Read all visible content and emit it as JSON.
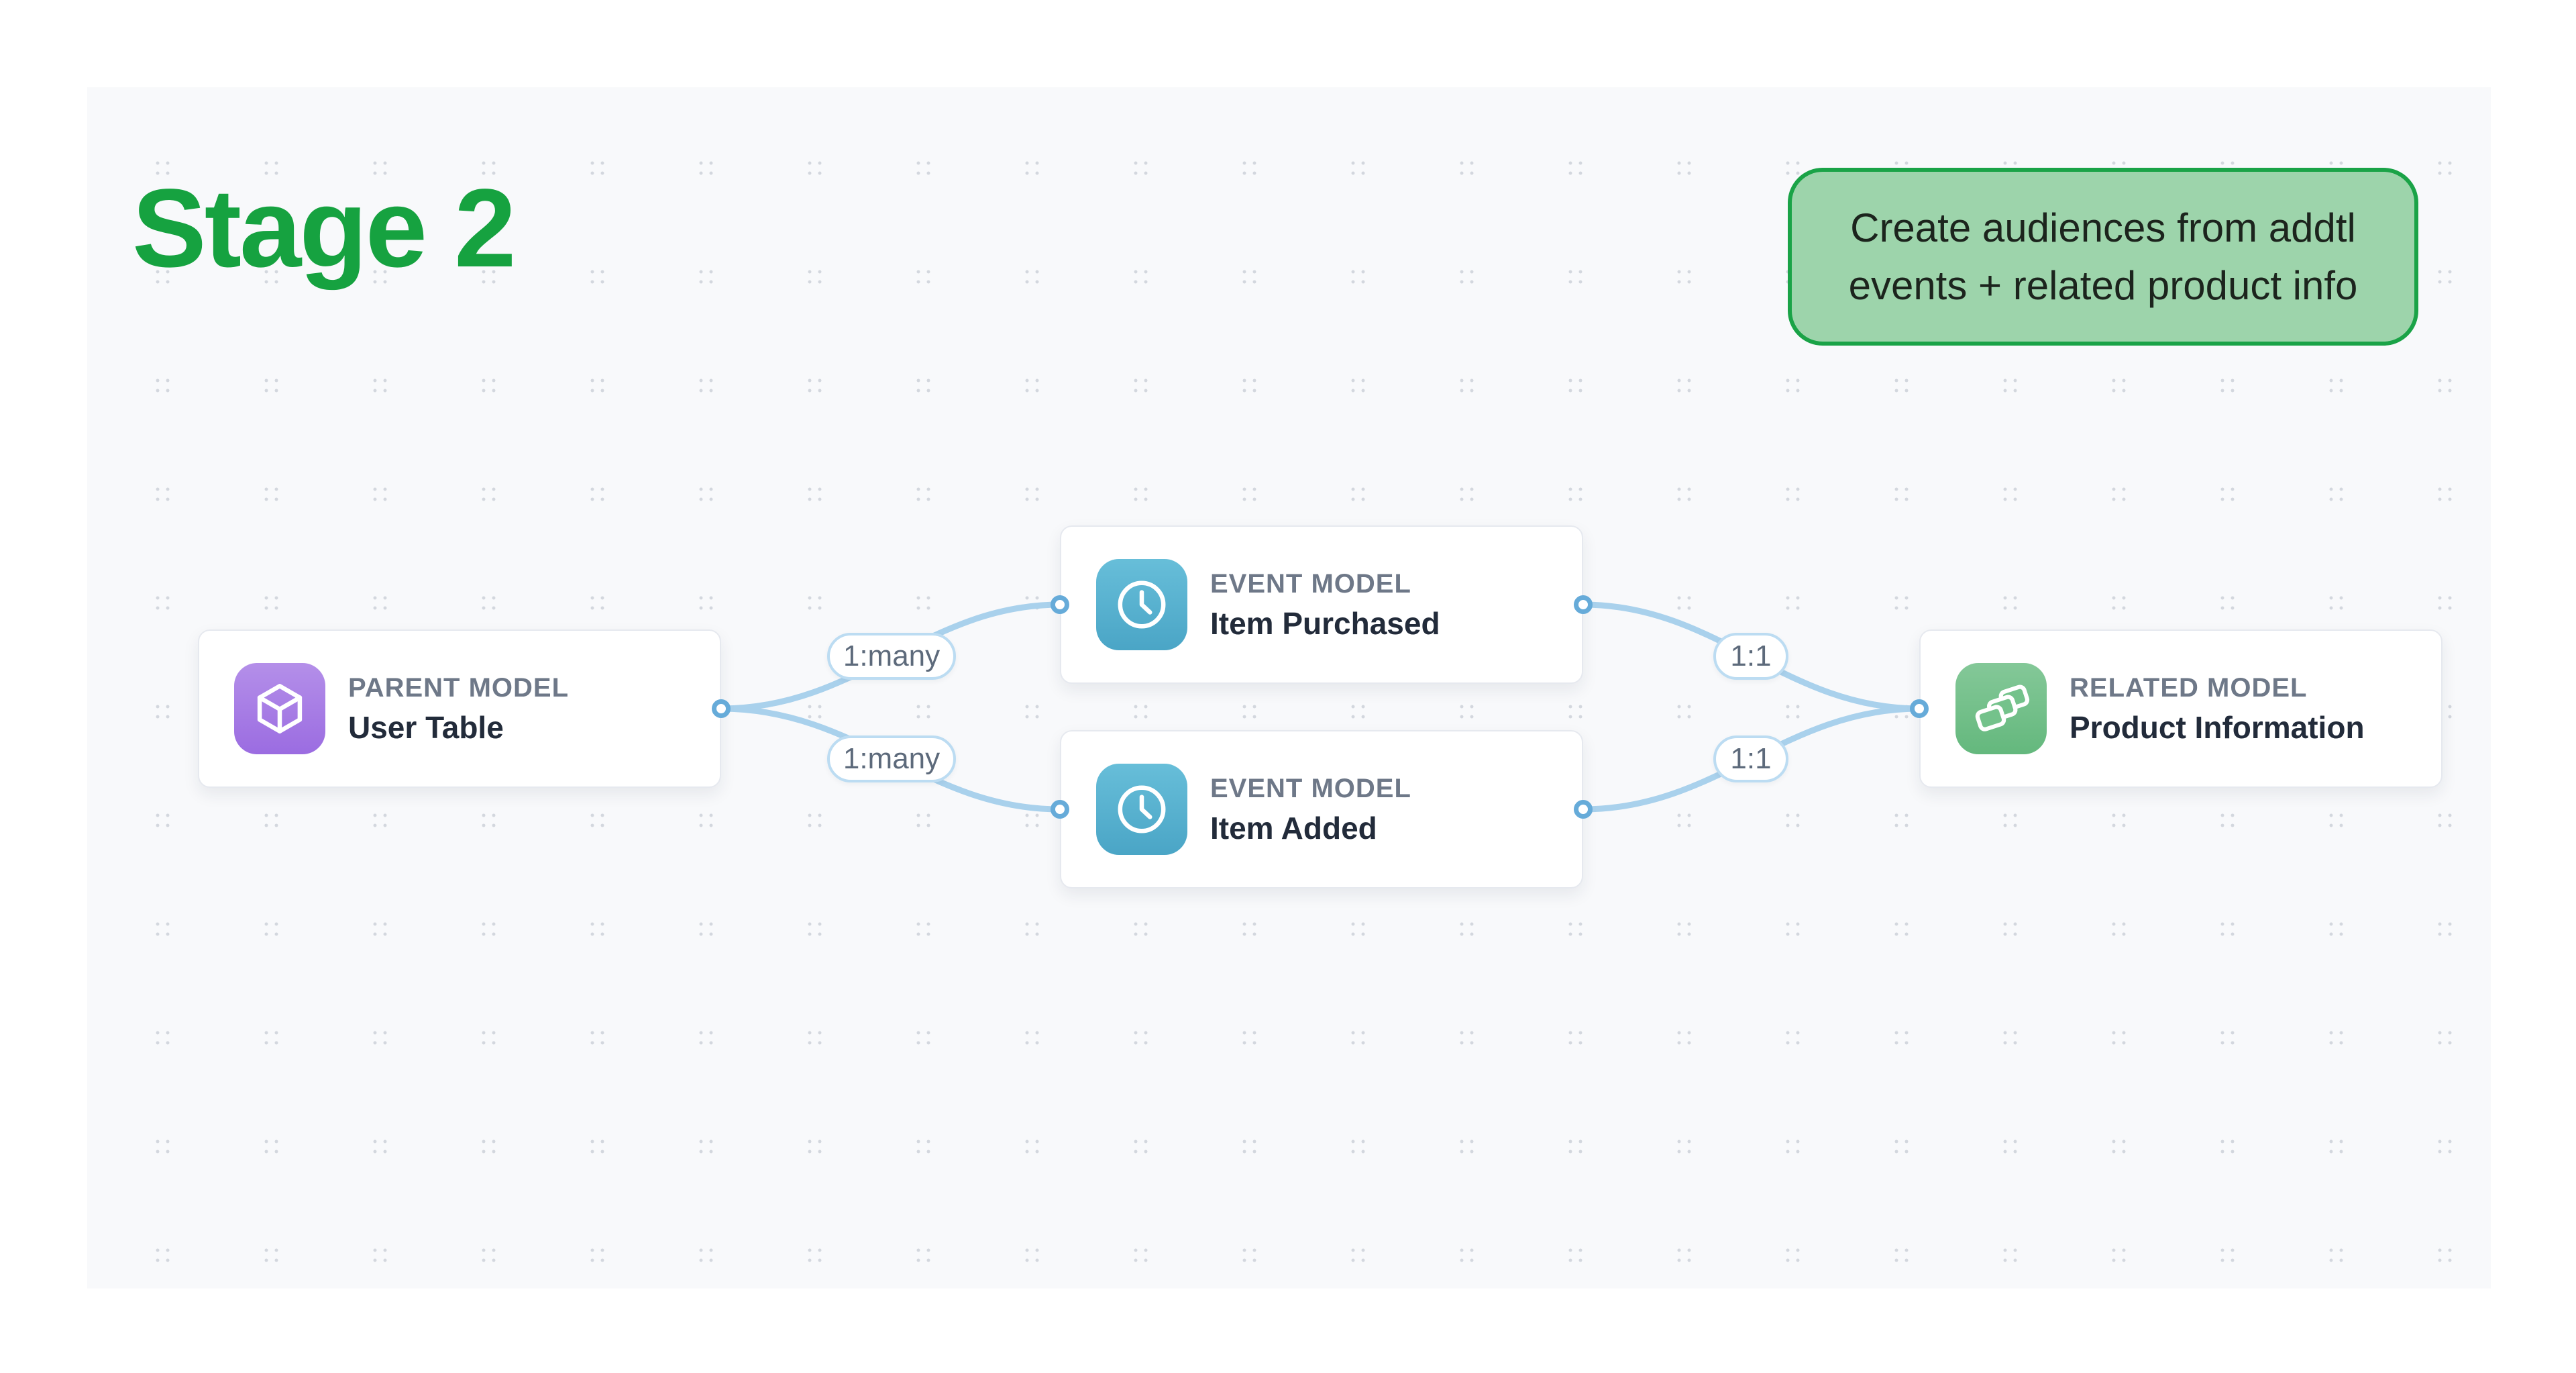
{
  "title": {
    "text": "Stage 2"
  },
  "callout": {
    "text": "Create audiences from addtl events + related product info"
  },
  "nodes": [
    {
      "type_label": "PARENT MODEL",
      "name": "User Table",
      "icon": "cube-icon"
    },
    {
      "type_label": "EVENT MODEL",
      "name": "Item Purchased",
      "icon": "clock-icon"
    },
    {
      "type_label": "EVENT MODEL",
      "name": "Item Added",
      "icon": "clock-icon"
    },
    {
      "type_label": "RELATED MODEL",
      "name": "Product Information",
      "icon": "layers-icon"
    }
  ],
  "edges": [
    {
      "from": "User Table",
      "to": "Item Purchased",
      "label": "1:many"
    },
    {
      "from": "User Table",
      "to": "Item Added",
      "label": "1:many"
    },
    {
      "from": "Item Purchased",
      "to": "Product Information",
      "label": "1:1"
    },
    {
      "from": "Item Added",
      "to": "Product Information",
      "label": "1:1"
    }
  ],
  "colors": {
    "title-green": "#16a240",
    "note-border": "#1aa347",
    "note-fill": "#9dd4ab",
    "note-text": "#1c241d",
    "edge-blue": "#a9d1ec",
    "handle-blue": "#66abd9",
    "pill-border": "#bcdcf2",
    "pill-text": "#5d6a7b",
    "label-gray": "#6e7888",
    "name-dark": "#222b3a",
    "canvas-bg": "#f8f9fb",
    "dot-gray": "#d3d7de",
    "card-border": "#e6e9ef",
    "purple-top": "#b48fe9",
    "purple-bottom": "#9b6ce1",
    "teal-top": "#67bed9",
    "teal-bottom": "#4aa5c6",
    "green-top": "#84c898",
    "green-bottom": "#64b87d",
    "layers-fill": "#74c28b"
  }
}
